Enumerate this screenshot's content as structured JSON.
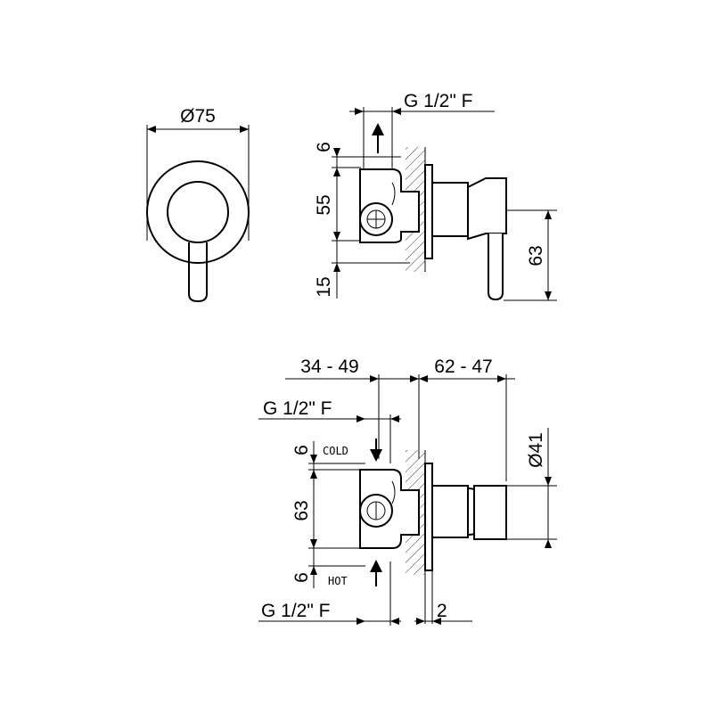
{
  "front_view": {
    "diameter_label": "Ø75"
  },
  "side_view_top": {
    "thread_label": "G 1/2\" F",
    "dim_6": "6",
    "dim_55": "55",
    "dim_15": "15",
    "dim_63": "63"
  },
  "side_view_bottom": {
    "dim_34_49": "34 - 49",
    "dim_62_47": "62 - 47",
    "thread_top_label": "G 1/2\" F",
    "thread_bottom_label": "G 1/2\" F",
    "dim_6_top": "6",
    "dim_63": "63",
    "dim_6_bottom": "6",
    "dim_2": "2",
    "diameter_label": "Ø41",
    "cold_label": "COLD",
    "hot_label": "HOT"
  }
}
